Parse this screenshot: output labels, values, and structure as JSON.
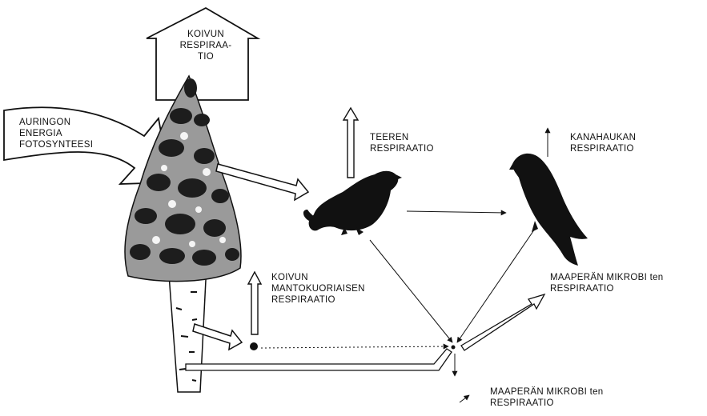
{
  "labels": {
    "birch_respiration": [
      "KOIVUN",
      "RESPIRAA-",
      "TIO"
    ],
    "solar_energy": [
      "AURINGON",
      "ENERGIA",
      "FOTOSYNTEESI"
    ],
    "grouse_respiration": [
      "TEEREN",
      "RESPIRAATIO"
    ],
    "goshawk_respiration": [
      "KANAHAUKAN",
      "RESPIRAATIO"
    ],
    "beetle_respiration": [
      "KOIVUN",
      "MANTOKUORIAISEN",
      "RESPIRAATIO"
    ],
    "soil_microbe_respiration_upper": [
      "MAAPERÄN MIKROBI ten",
      "RESPIRAATIO"
    ],
    "soil_microbe_respiration_lower": [
      "MAAPERÄN MIKROBI ten",
      "RESPIRAATIO"
    ]
  },
  "colors": {
    "ink": "#111111",
    "paper": "#ffffff",
    "foliage": "#2a2a2a"
  }
}
